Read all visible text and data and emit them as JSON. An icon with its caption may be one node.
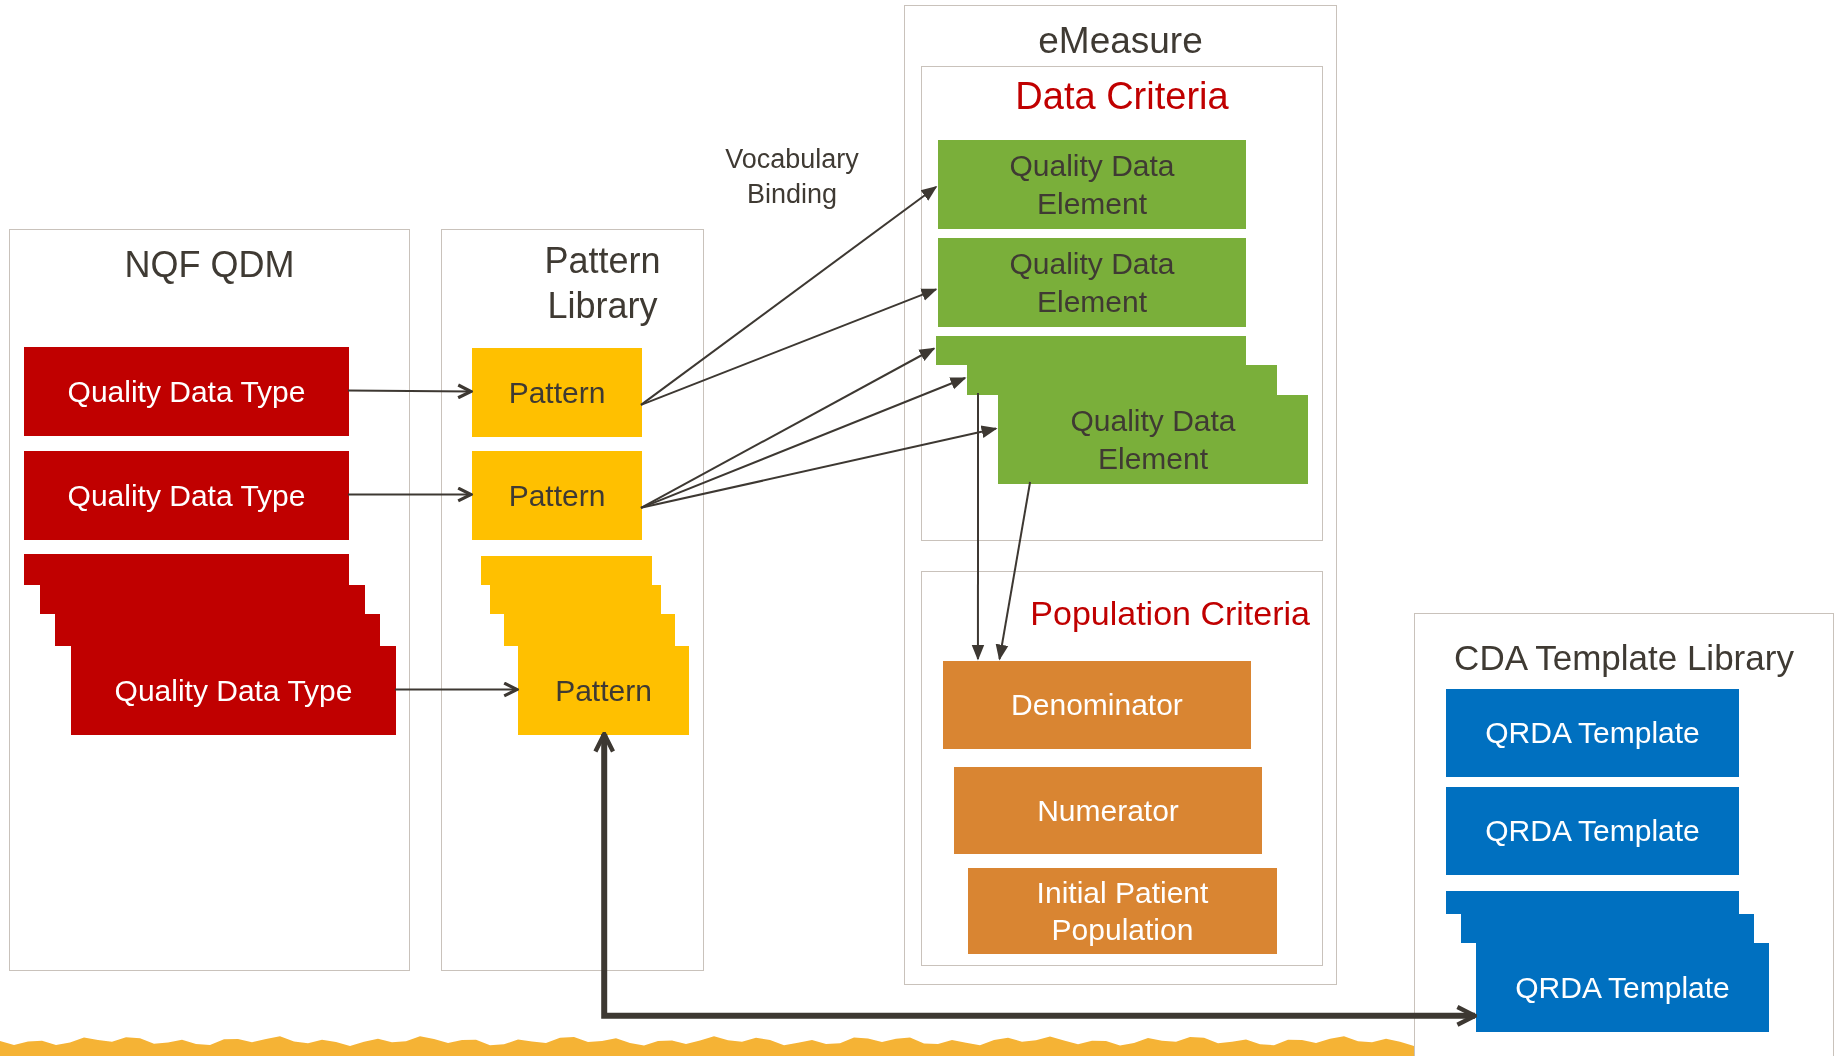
{
  "diagram": {
    "nodes": [
      {
        "text": [
          "NQF QDM"
        ]
      },
      {
        "text": [
          "Quality Data Type"
        ],
        "in": 0
      },
      {
        "text": [
          "Quality Data Type"
        ],
        "in": 0
      },
      {
        "text": [],
        "shape": "box",
        "in": 0
      },
      {
        "text": [],
        "shape": "box",
        "in": 0
      },
      {
        "text": [],
        "shape": "box",
        "in": 0
      },
      {
        "text": [
          "Quality Data Type"
        ],
        "in": 0
      },
      {
        "text": [
          "Pattern Library"
        ]
      },
      {
        "text": [
          "Pattern"
        ],
        "in": 7
      },
      {
        "text": [
          "Pattern"
        ],
        "in": 7
      },
      {
        "text": [],
        "shape": "box",
        "in": 7
      },
      {
        "text": [],
        "shape": "box",
        "in": 7
      },
      {
        "text": [],
        "shape": "box",
        "in": 7
      },
      {
        "text": [
          "Pattern"
        ],
        "in": 7
      },
      {
        "text": [
          "eMeasure"
        ]
      },
      {
        "text": [
          "Data Criteria"
        ],
        "in": 14
      },
      {
        "text": [
          "Quality Data Element"
        ],
        "in": 15
      },
      {
        "text": [
          "Quality Data Element"
        ],
        "in": 15
      },
      {
        "text": [],
        "shape": "box",
        "in": 15
      },
      {
        "text": [],
        "shape": "box",
        "in": 15
      },
      {
        "text": [
          "Quality Data Element"
        ],
        "in": 15
      },
      {
        "text": [
          "Population Criteria"
        ],
        "in": 14
      },
      {
        "text": [
          "Denominator"
        ],
        "in": 21
      },
      {
        "text": [
          "Numerator"
        ],
        "in": 21
      },
      {
        "text": [
          "Initial Patient Population"
        ],
        "in": 21
      },
      {
        "text": [
          "CDA Template Library"
        ]
      },
      {
        "text": [
          "QRDA Template"
        ],
        "in": 25
      },
      {
        "text": [
          "QRDA Template"
        ],
        "in": 25
      },
      {
        "text": [],
        "shape": "box",
        "in": 25
      },
      {
        "text": [],
        "shape": "box",
        "in": 25
      },
      {
        "text": [
          "QRDA Template"
        ],
        "in": 25
      }
    ],
    "edges": [
      {
        "from": 1,
        "to": 8,
        "arrow": "to"
      },
      {
        "from": 2,
        "to": 9,
        "arrow": "to"
      },
      {
        "from": 6,
        "to": 13,
        "arrow": "to"
      },
      {
        "from": 8,
        "to": 16,
        "arrow": "to"
      },
      {
        "from": 8,
        "to": 17,
        "arrow": "to"
      },
      {
        "from": 9,
        "to": 18,
        "arrow": "to"
      },
      {
        "from": 9,
        "to": 19,
        "arrow": "to"
      },
      {
        "from": 9,
        "to": 20,
        "arrow": "to"
      },
      {
        "from": 19,
        "to": 22,
        "arrow": "to"
      },
      {
        "from": 20,
        "to": 22,
        "arrow": "to"
      },
      {
        "from": 13,
        "to": 30,
        "arrow": "both",
        "style": "thick"
      }
    ],
    "labels": [
      "Vocabulary Binding"
    ]
  }
}
